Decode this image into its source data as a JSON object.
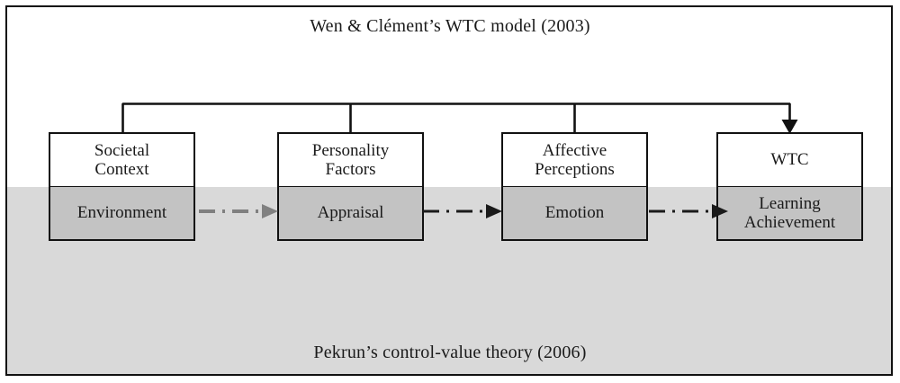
{
  "figure": {
    "top_title": "Wen & Clément’s WTC model (2003)",
    "bottom_title": "Pekrun’s control-value theory  (2006)",
    "colors": {
      "frame_border": "#111111",
      "lower_band": "#d9d9d9",
      "node_top_fill": "#ffffff",
      "node_bottom_fill": "#c3c3c3",
      "text": "#1a1a1a",
      "connector_light": "#808080",
      "connector_dark": "#1a1a1a"
    },
    "nodes": [
      {
        "id": "societal-context",
        "top_label": "Societal\nContext",
        "top_line_1": "Societal",
        "top_line_2": "Context",
        "bottom_label": "Environment",
        "bottom_line_1": "Environment",
        "bottom_line_2": ""
      },
      {
        "id": "personality-factors",
        "top_label": "Personality\nFactors",
        "top_line_1": "Personality",
        "top_line_2": "Factors",
        "bottom_label": "Appraisal",
        "bottom_line_1": "Appraisal",
        "bottom_line_2": ""
      },
      {
        "id": "affective-perceptions",
        "top_label": "Affective\nPerceptions",
        "top_line_1": "Affective",
        "top_line_2": "Perceptions",
        "bottom_label": "Emotion",
        "bottom_line_1": "Emotion",
        "bottom_line_2": ""
      },
      {
        "id": "wtc",
        "top_label": "WTC",
        "top_line_1": "WTC",
        "top_line_2": "",
        "bottom_label": "Learning Achievement",
        "bottom_line_1": "Learning",
        "bottom_line_2": "Achievement"
      }
    ],
    "connectors": [
      {
        "id": "environment-to-appraisal",
        "style": "dash-dot-arrow",
        "color": "#808080"
      },
      {
        "id": "appraisal-to-emotion",
        "style": "dash-dot-arrow",
        "color": "#1a1a1a"
      },
      {
        "id": "emotion-to-learning-achievement",
        "style": "dash-dot-arrow",
        "color": "#1a1a1a"
      }
    ],
    "bracket": {
      "id": "wtc-antecedents-bracket",
      "description": "solid bracket joining Societal Context, Personality Factors and Affective Perceptions into WTC",
      "arrow_target": "wtc"
    }
  }
}
